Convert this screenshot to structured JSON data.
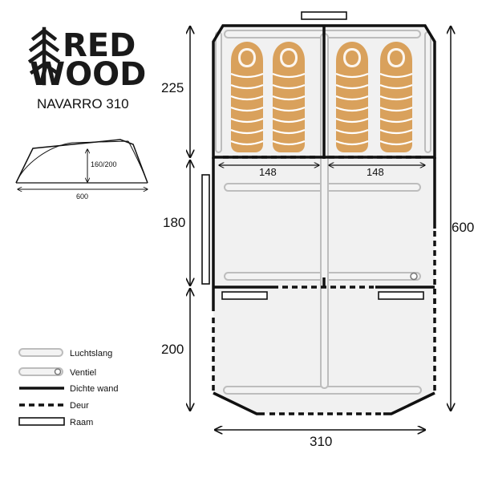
{
  "brand": {
    "line1": "RED",
    "line2": "WOOD"
  },
  "model": "NAVARRO 310",
  "side_view": {
    "height": "160/200",
    "length": "600"
  },
  "dimensions": {
    "total_length": "600",
    "width": "310",
    "section_1": "225",
    "section_2": "180",
    "section_3": "200",
    "bedroom_width_left": "148",
    "bedroom_width_right": "148"
  },
  "legend": [
    {
      "key": "luchtslang",
      "label": "Luchtslang"
    },
    {
      "key": "ventiel",
      "label": "Ventiel"
    },
    {
      "key": "dichte-wand",
      "label": "Dichte wand"
    },
    {
      "key": "deur",
      "label": "Deur"
    },
    {
      "key": "raam",
      "label": "Raam"
    }
  ],
  "colors": {
    "wall": "#111111",
    "floor": "#f1f1f1",
    "air_tube_fill": "#f3f3f3",
    "air_tube_stroke": "#bdbdbd",
    "sleeping_bag": "#d9a15c",
    "sleeping_bag_edge": "#ffffff"
  }
}
